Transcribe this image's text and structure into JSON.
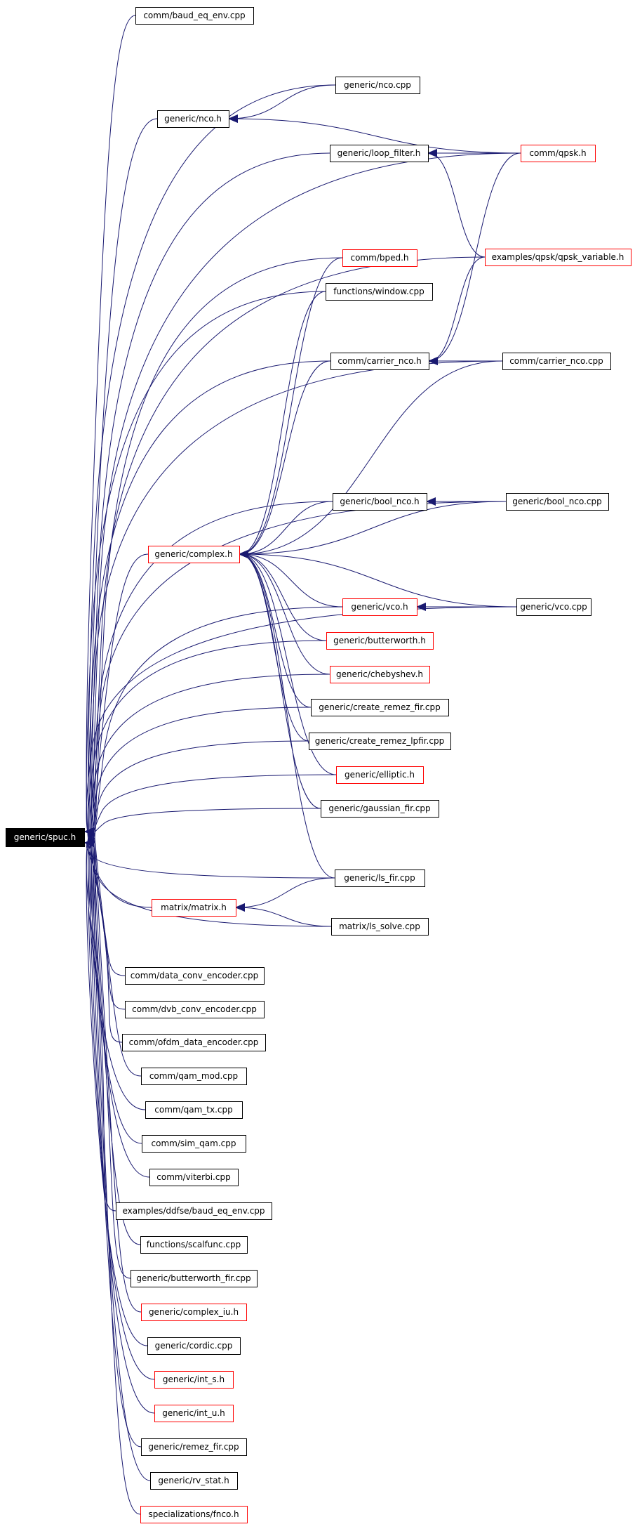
{
  "root": {
    "label": "generic/spuc.h",
    "fill": "#000000",
    "text_color": "#ffffff"
  },
  "colors": {
    "edge": "#191970",
    "arrow": "#191970",
    "border_normal": "#000000",
    "border_incomplete": "#ff0000"
  },
  "nodes": [
    {
      "id": "baud_eq_env_cpp",
      "label": "comm/baud_eq_env.cpp",
      "incomplete": false
    },
    {
      "id": "nco_cpp",
      "label": "generic/nco.cpp",
      "incomplete": false
    },
    {
      "id": "nco_h",
      "label": "generic/nco.h",
      "incomplete": false
    },
    {
      "id": "loop_filter_h",
      "label": "generic/loop_filter.h",
      "incomplete": false
    },
    {
      "id": "qpsk_h",
      "label": "comm/qpsk.h",
      "incomplete": true
    },
    {
      "id": "qpsk_variable_h",
      "label": "examples/qpsk/qpsk_variable.h",
      "incomplete": true
    },
    {
      "id": "bped_h",
      "label": "comm/bped.h",
      "incomplete": true
    },
    {
      "id": "window_cpp",
      "label": "functions/window.cpp",
      "incomplete": false
    },
    {
      "id": "carrier_nco_h",
      "label": "comm/carrier_nco.h",
      "incomplete": false
    },
    {
      "id": "carrier_nco_cpp",
      "label": "comm/carrier_nco.cpp",
      "incomplete": false
    },
    {
      "id": "bool_nco_h",
      "label": "generic/bool_nco.h",
      "incomplete": false
    },
    {
      "id": "bool_nco_cpp",
      "label": "generic/bool_nco.cpp",
      "incomplete": false
    },
    {
      "id": "complex_h",
      "label": "generic/complex.h",
      "incomplete": true
    },
    {
      "id": "vco_h",
      "label": "generic/vco.h",
      "incomplete": true
    },
    {
      "id": "vco_cpp",
      "label": "generic/vco.cpp",
      "incomplete": false
    },
    {
      "id": "butterworth_h",
      "label": "generic/butterworth.h",
      "incomplete": true
    },
    {
      "id": "chebyshev_h",
      "label": "generic/chebyshev.h",
      "incomplete": true
    },
    {
      "id": "create_remez_fir_cpp",
      "label": "generic/create_remez_fir.cpp",
      "incomplete": false
    },
    {
      "id": "create_remez_lpfir_cpp",
      "label": "generic/create_remez_lpfir.cpp",
      "incomplete": false
    },
    {
      "id": "elliptic_h",
      "label": "generic/elliptic.h",
      "incomplete": true
    },
    {
      "id": "gaussian_fir_cpp",
      "label": "generic/gaussian_fir.cpp",
      "incomplete": false
    },
    {
      "id": "ls_fir_cpp",
      "label": "generic/ls_fir.cpp",
      "incomplete": false
    },
    {
      "id": "matrix_h",
      "label": "matrix/matrix.h",
      "incomplete": true
    },
    {
      "id": "ls_solve_cpp",
      "label": "matrix/ls_solve.cpp",
      "incomplete": false
    },
    {
      "id": "data_conv_encoder_cpp",
      "label": "comm/data_conv_encoder.cpp",
      "incomplete": false
    },
    {
      "id": "dvb_conv_encoder_cpp",
      "label": "comm/dvb_conv_encoder.cpp",
      "incomplete": false
    },
    {
      "id": "ofdm_data_encoder_cpp",
      "label": "comm/ofdm_data_encoder.cpp",
      "incomplete": false
    },
    {
      "id": "qam_mod_cpp",
      "label": "comm/qam_mod.cpp",
      "incomplete": false
    },
    {
      "id": "qam_tx_cpp",
      "label": "comm/qam_tx.cpp",
      "incomplete": false
    },
    {
      "id": "sim_qam_cpp",
      "label": "comm/sim_qam.cpp",
      "incomplete": false
    },
    {
      "id": "viterbi_cpp",
      "label": "comm/viterbi.cpp",
      "incomplete": false
    },
    {
      "id": "ddfse_baud_eq_env_cpp",
      "label": "examples/ddfse/baud_eq_env.cpp",
      "incomplete": false
    },
    {
      "id": "scalfunc_cpp",
      "label": "functions/scalfunc.cpp",
      "incomplete": false
    },
    {
      "id": "butterworth_fir_cpp",
      "label": "generic/butterworth_fir.cpp",
      "incomplete": false
    },
    {
      "id": "complex_iu_h",
      "label": "generic/complex_iu.h",
      "incomplete": true
    },
    {
      "id": "cordic_cpp",
      "label": "generic/cordic.cpp",
      "incomplete": false
    },
    {
      "id": "int_s_h",
      "label": "generic/int_s.h",
      "incomplete": true
    },
    {
      "id": "int_u_h",
      "label": "generic/int_u.h",
      "incomplete": true
    },
    {
      "id": "remez_fir_cpp",
      "label": "generic/remez_fir.cpp",
      "incomplete": false
    },
    {
      "id": "rv_stat_h",
      "label": "generic/rv_stat.h",
      "incomplete": false
    },
    {
      "id": "fnco_h",
      "label": "specializations/fnco.h",
      "incomplete": true
    }
  ],
  "edges": [
    {
      "from": "baud_eq_env_cpp",
      "to": "root"
    },
    {
      "from": "nco_cpp",
      "to": "root"
    },
    {
      "from": "nco_h",
      "to": "root"
    },
    {
      "from": "loop_filter_h",
      "to": "root"
    },
    {
      "from": "qpsk_h",
      "to": "root"
    },
    {
      "from": "qpsk_variable_h",
      "to": "root"
    },
    {
      "from": "bped_h",
      "to": "root"
    },
    {
      "from": "window_cpp",
      "to": "root"
    },
    {
      "from": "carrier_nco_h",
      "to": "root"
    },
    {
      "from": "carrier_nco_cpp",
      "to": "root"
    },
    {
      "from": "bool_nco_h",
      "to": "root"
    },
    {
      "from": "bool_nco_cpp",
      "to": "root"
    },
    {
      "from": "complex_h",
      "to": "root"
    },
    {
      "from": "vco_h",
      "to": "root"
    },
    {
      "from": "vco_cpp",
      "to": "root"
    },
    {
      "from": "butterworth_h",
      "to": "root"
    },
    {
      "from": "chebyshev_h",
      "to": "root"
    },
    {
      "from": "create_remez_fir_cpp",
      "to": "root"
    },
    {
      "from": "create_remez_lpfir_cpp",
      "to": "root"
    },
    {
      "from": "elliptic_h",
      "to": "root"
    },
    {
      "from": "gaussian_fir_cpp",
      "to": "root"
    },
    {
      "from": "ls_fir_cpp",
      "to": "root"
    },
    {
      "from": "matrix_h",
      "to": "root"
    },
    {
      "from": "ls_solve_cpp",
      "to": "root"
    },
    {
      "from": "data_conv_encoder_cpp",
      "to": "root"
    },
    {
      "from": "dvb_conv_encoder_cpp",
      "to": "root"
    },
    {
      "from": "ofdm_data_encoder_cpp",
      "to": "root"
    },
    {
      "from": "qam_mod_cpp",
      "to": "root"
    },
    {
      "from": "qam_tx_cpp",
      "to": "root"
    },
    {
      "from": "sim_qam_cpp",
      "to": "root"
    },
    {
      "from": "viterbi_cpp",
      "to": "root"
    },
    {
      "from": "ddfse_baud_eq_env_cpp",
      "to": "root"
    },
    {
      "from": "scalfunc_cpp",
      "to": "root"
    },
    {
      "from": "butterworth_fir_cpp",
      "to": "root"
    },
    {
      "from": "complex_iu_h",
      "to": "root"
    },
    {
      "from": "cordic_cpp",
      "to": "root"
    },
    {
      "from": "int_s_h",
      "to": "root"
    },
    {
      "from": "int_u_h",
      "to": "root"
    },
    {
      "from": "remez_fir_cpp",
      "to": "root"
    },
    {
      "from": "rv_stat_h",
      "to": "root"
    },
    {
      "from": "fnco_h",
      "to": "root"
    },
    {
      "from": "nco_cpp",
      "to": "nco_h"
    },
    {
      "from": "qpsk_h",
      "to": "nco_h"
    },
    {
      "from": "qpsk_h",
      "to": "loop_filter_h"
    },
    {
      "from": "qpsk_variable_h",
      "to": "loop_filter_h"
    },
    {
      "from": "qpsk_h",
      "to": "carrier_nco_h"
    },
    {
      "from": "qpsk_variable_h",
      "to": "carrier_nco_h"
    },
    {
      "from": "carrier_nco_cpp",
      "to": "carrier_nco_h"
    },
    {
      "from": "bool_nco_cpp",
      "to": "bool_nco_h"
    },
    {
      "from": "vco_cpp",
      "to": "vco_h"
    },
    {
      "from": "bped_h",
      "to": "complex_h"
    },
    {
      "from": "window_cpp",
      "to": "complex_h"
    },
    {
      "from": "carrier_nco_h",
      "to": "complex_h"
    },
    {
      "from": "carrier_nco_cpp",
      "to": "complex_h"
    },
    {
      "from": "bool_nco_h",
      "to": "complex_h"
    },
    {
      "from": "bool_nco_cpp",
      "to": "complex_h"
    },
    {
      "from": "vco_h",
      "to": "complex_h"
    },
    {
      "from": "vco_cpp",
      "to": "complex_h"
    },
    {
      "from": "butterworth_h",
      "to": "complex_h"
    },
    {
      "from": "chebyshev_h",
      "to": "complex_h"
    },
    {
      "from": "create_remez_fir_cpp",
      "to": "complex_h"
    },
    {
      "from": "create_remez_lpfir_cpp",
      "to": "complex_h"
    },
    {
      "from": "elliptic_h",
      "to": "complex_h"
    },
    {
      "from": "gaussian_fir_cpp",
      "to": "complex_h"
    },
    {
      "from": "ls_fir_cpp",
      "to": "complex_h"
    },
    {
      "from": "ls_fir_cpp",
      "to": "matrix_h"
    },
    {
      "from": "ls_solve_cpp",
      "to": "matrix_h"
    }
  ]
}
